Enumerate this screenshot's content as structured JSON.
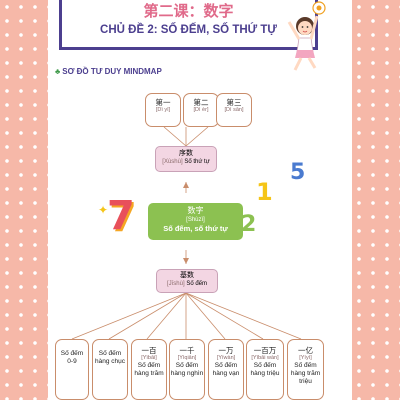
{
  "header": {
    "title": "第二课：数字",
    "subtitle": "CHỦ ĐỀ 2: SỐ ĐẾM, SỐ THỨ TỰ"
  },
  "section": {
    "leaf_icon": "leaf-icon",
    "title": "SƠ ĐỒ TƯ DUY MINDMAP"
  },
  "ordinals": [
    {
      "zh": "第一",
      "py": "[Dì yī]"
    },
    {
      "zh": "第二",
      "py": "[Dì èr]"
    },
    {
      "zh": "第三",
      "py": "[Dì sān]"
    }
  ],
  "ordinal_node": {
    "zh": "序数",
    "py": "[Xùshù]",
    "vi": "Số thứ tự"
  },
  "center_node": {
    "zh": "数字",
    "py": "[Shùzì]",
    "vi": "Số đếm, số thứ tự"
  },
  "cardinal_node": {
    "zh": "基数",
    "py": "[Jīshù]",
    "vi": "Số đếm"
  },
  "bottom": [
    {
      "zh": "",
      "py": "",
      "l1": "Số đếm",
      "l2": "0-9",
      "l3": ""
    },
    {
      "zh": "",
      "py": "",
      "l1": "Số đếm",
      "l2": "hàng chục",
      "l3": ""
    },
    {
      "zh": "一百",
      "py": "[Yìbǎi]",
      "l1": "Số đếm",
      "l2": "hàng trăm",
      "l3": ""
    },
    {
      "zh": "一千",
      "py": "[Yìqiān]",
      "l1": "Số đếm",
      "l2": "hàng nghìn",
      "l3": ""
    },
    {
      "zh": "一万",
      "py": "[Yíwàn]",
      "l1": "Số đếm",
      "l2": "hàng vạn",
      "l3": ""
    },
    {
      "zh": "一百万",
      "py": "[Yībǎi wàn]",
      "l1": "Số đếm",
      "l2": "hàng triệu",
      "l3": ""
    },
    {
      "zh": "一亿",
      "py": "[Yíyì]",
      "l1": "Số đếm",
      "l2": "hàng trăm",
      "l3": "triệu"
    }
  ],
  "decorations": {
    "n7": "7",
    "n2": "2",
    "n5": "5",
    "n1": "1",
    "sun_icon": "sun-icon",
    "girl_icon": "girl-illustration-icon",
    "sparkle_icon": "sparkle-icon"
  },
  "colors": {
    "border_pink": "#f6b8a8",
    "title_pink": "#e06a8a",
    "purple": "#4c3f8f",
    "green": "#8cc151",
    "node_pink": "#f3d6e3",
    "line": "#c98d6b"
  }
}
